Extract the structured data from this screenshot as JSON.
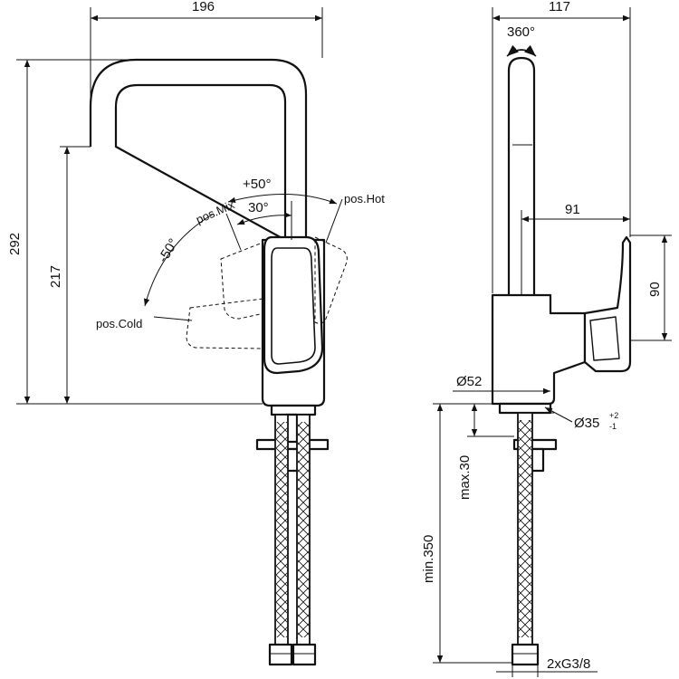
{
  "title": "",
  "front_view": {
    "dim_width": "196",
    "dim_total_height": "292",
    "dim_spout_height": "217",
    "angle_plus": "+50°",
    "angle_minus": "-50°",
    "angle_mix": "30°",
    "pos_mix": "pos.Mix",
    "pos_hot": "pos.Hot",
    "pos_cold": "pos.Cold"
  },
  "side_view": {
    "dim_width": "117",
    "rotation": "360°",
    "dim_reach": "91",
    "dim_lever": "90",
    "dim_base_dia": "Ø52",
    "dim_hole_dia": "Ø35",
    "tol_upper": "+2",
    "tol_lower": "-1",
    "dim_max_thickness": "max.30",
    "dim_min_hose": "min.350",
    "thread": "2xG3/8"
  }
}
